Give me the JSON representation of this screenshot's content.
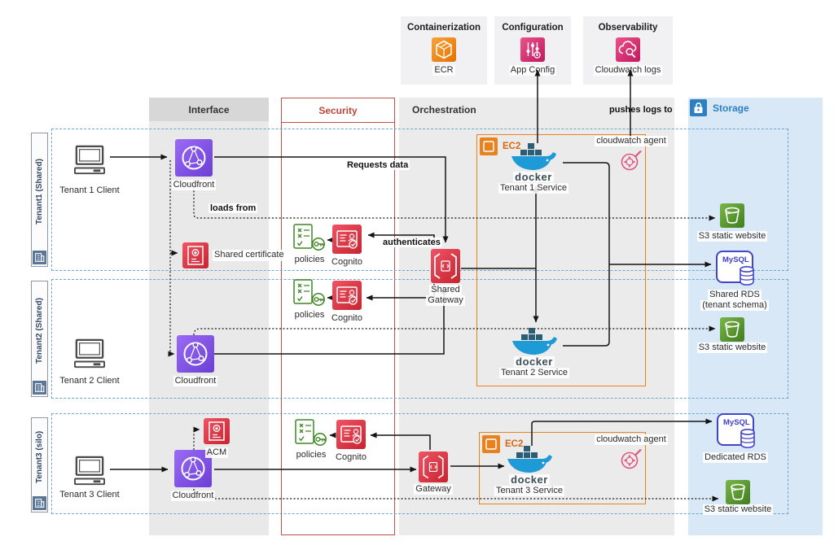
{
  "top_groups": {
    "containerization": {
      "title": "Containerization",
      "label": "ECR"
    },
    "configuration": {
      "title": "Configuration",
      "label": "App Config"
    },
    "observability": {
      "title": "Observability",
      "label": "Cloudwatch logs"
    }
  },
  "columns": {
    "interface": {
      "title": "Interface"
    },
    "security": {
      "title": "Security"
    },
    "orchestration": {
      "title": "Orchestration"
    },
    "storage": {
      "title": "Storage"
    }
  },
  "edge_labels": {
    "requests_data": "Requests data",
    "loads_from": "loads from",
    "authenticates": "authenticates",
    "pushes_logs_to": "pushes logs to"
  },
  "lanes": {
    "tenant1": {
      "label": "Tenant1 (Shared)"
    },
    "tenant2": {
      "label": "Tenant2 (Shared)"
    },
    "tenant3": {
      "label": "Tenant3 (silo)"
    }
  },
  "shared": {
    "certificate": "Shared certificate",
    "gateway_line1": "Shared",
    "gateway_line2": "Gateway",
    "rds_line1": "Shared RDS",
    "rds_line2": "(tenant schema)"
  },
  "tenant1": {
    "client": "Tenant 1 Client",
    "cloudfront": "Cloudfront",
    "policies": "policies",
    "cognito": "Cognito",
    "service": "Tenant 1 Service",
    "agent": "cloudwatch agent",
    "s3": "S3 static website"
  },
  "tenant2": {
    "client": "Tenant 2 Client",
    "cloudfront": "Cloudfront",
    "policies": "policies",
    "cognito": "Cognito",
    "service": "Tenant 2 Service",
    "s3": "S3 static website"
  },
  "tenant3": {
    "client": "Tenant 3 Client",
    "cloudfront": "Cloudfront",
    "acm": "ACM",
    "policies": "policies",
    "cognito": "Cognito",
    "gateway": "Gateway",
    "service": "Tenant 3 Service",
    "agent": "cloudwatch agent",
    "rds": "Dedicated RDS",
    "s3": "S3 static website"
  },
  "misc": {
    "ec2": "EC2",
    "docker": "docker",
    "mysql": "MySQL"
  },
  "colors": {
    "storage_accent": "#2d7fc1",
    "security_border": "#c0504d",
    "security_text": "#c04438",
    "ec2_orange": "#e8821e",
    "lane_dash_blue": "#6fa6c9",
    "cloudfront_purple": "#7d4ee4",
    "aws_red": "#d6414f",
    "aws_pink": "#d12b6e",
    "s3_green": "#4e9431",
    "policies_green": "#3F8624",
    "docker_blue": "#1e9bd7",
    "mysql_indigo": "#4444c8",
    "tenant_bar_text": "#314767",
    "band_gray": "#ebebeb",
    "storage_band": "#d9e8f6"
  }
}
